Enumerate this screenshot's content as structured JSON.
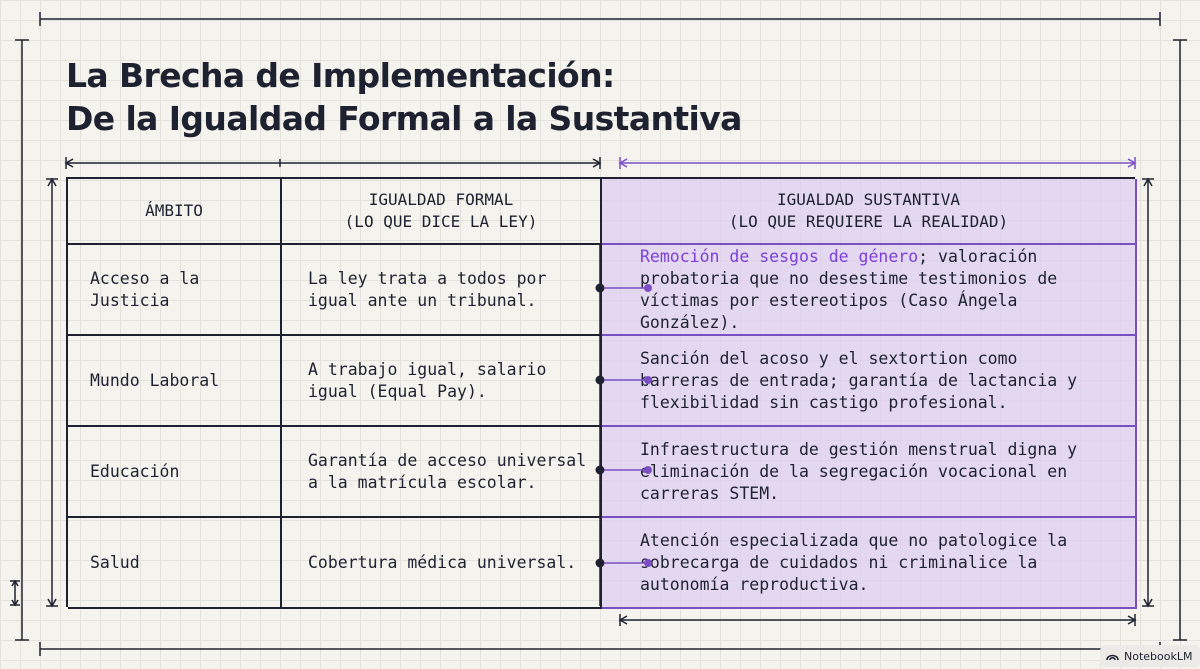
{
  "title": {
    "line1": "La Brecha de Implementación:",
    "line2": "De la Igualdad Formal a la Sustantiva"
  },
  "table": {
    "headers": {
      "ambito": "ÁMBITO",
      "formal_line1": "IGUALDAD FORMAL",
      "formal_line2": "(LO QUE DICE LA LEY)",
      "sustantiva_line1": "IGUALDAD SUSTANTIVA",
      "sustantiva_line2": "(LO QUE REQUIERE LA REALIDAD)"
    },
    "rows": [
      {
        "ambito_line1": "Acceso a la",
        "ambito_line2": "Justicia",
        "formal_line1": "La ley trata a todos por",
        "formal_line2": "igual ante un tribunal.",
        "sustantiva_highlight": "Remoción de sesgos de género",
        "sustantiva_rest_1": "; valoración",
        "sustantiva_line2": "probatoria que no desestime testimonios de",
        "sustantiva_line3": "víctimas por estereotipos (Caso Ángela González)."
      },
      {
        "ambito_line1": "Mundo Laboral",
        "formal_line1": "A trabajo igual, salario",
        "formal_line2": "igual (Equal Pay).",
        "sustantiva_line1": "Sanción del acoso y el sextortion como",
        "sustantiva_line2": "barreras de entrada; garantía de lactancia y",
        "sustantiva_line3": "flexibilidad sin castigo profesional."
      },
      {
        "ambito_line1": "Educación",
        "formal_line1": "Garantía de acceso universal",
        "formal_line2": "a la matrícula escolar.",
        "sustantiva_line1": "Infraestructura de gestión menstrual digna y",
        "sustantiva_line2": "eliminación de la segregación vocacional en",
        "sustantiva_line3": "carreras STEM."
      },
      {
        "ambito_line1": "Salud",
        "formal_line1": "Cobertura médica universal.",
        "sustantiva_line1": "Atención especializada que no patologice la",
        "sustantiva_line2": "sobrecarga de cuidados ni criminalice la",
        "sustantiva_line3": "autonomía reproductiva."
      }
    ]
  },
  "colors": {
    "ink": "#1e2230",
    "accent": "#7b4fc4",
    "highlight_text": "#7c3fd8",
    "substantive_fill": "#ddcdf0"
  },
  "badge": {
    "icon": "notebooklm-logo-icon",
    "label": "NotebookLM"
  }
}
